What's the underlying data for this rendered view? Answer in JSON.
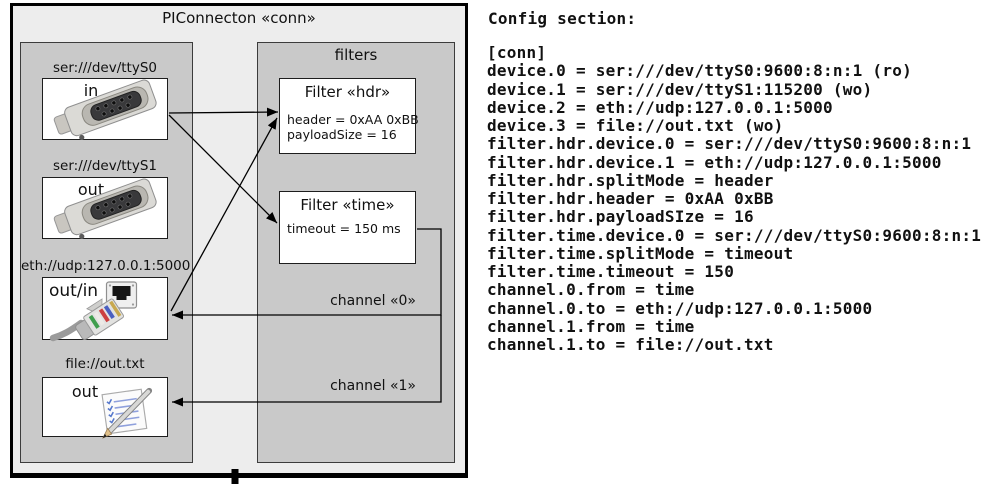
{
  "diagram": {
    "title": "PIConnecton «conn»",
    "devices": [
      {
        "label": "ser:///dev/ttyS0",
        "direction": "in",
        "icon": "serial-connector-photo"
      },
      {
        "label": "ser:///dev/ttyS1",
        "direction": "out",
        "icon": "serial-connector-photo"
      },
      {
        "label": "eth://udp:127.0.0.1:5000",
        "direction": "out/in",
        "icon": "ethernet-port-and-cable"
      },
      {
        "label": "file://out.txt",
        "direction": "out",
        "icon": "notepad-pencil"
      }
    ],
    "filters_label": "filters",
    "filters": [
      {
        "title": "Filter «hdr»",
        "lines": [
          "header = 0xAA 0xBB",
          "payloadSize = 16"
        ]
      },
      {
        "title": "Filter «time»",
        "lines": [
          "timeout = 150 ms"
        ]
      }
    ],
    "channels": [
      {
        "label": "channel «0»"
      },
      {
        "label": "channel «1»"
      }
    ]
  },
  "config": {
    "heading": "Config section:",
    "lines": [
      "[conn]",
      "device.0 = ser:///dev/ttyS0:9600:8:n:1 (ro)",
      "device.1 = ser:///dev/ttyS1:115200 (wo)",
      "device.2 = eth://udp:127.0.0.1:5000",
      "device.3 = file://out.txt (wo)",
      "filter.hdr.device.0 = ser:///dev/ttyS0:9600:8:n:1",
      "filter.hdr.device.1 = eth://udp:127.0.0.1:5000",
      "filter.hdr.splitMode = header",
      "filter.hdr.header = 0xAA 0xBB",
      "filter.hdr.payloadSIze = 16",
      "filter.time.device.0 = ser:///dev/ttyS0:9600:8:n:1",
      "filter.time.splitMode = timeout",
      "filter.time.timeout = 150",
      "channel.0.from = time",
      "channel.0.to = eth://udp:127.0.0.1:5000",
      "channel.1.from = time",
      "channel.1.to = file://out.txt"
    ]
  },
  "colors": {
    "outer_fill": "#ededed",
    "container_fill": "#c9c9c9",
    "box_fill": "#ffffff",
    "line": "#000000"
  }
}
